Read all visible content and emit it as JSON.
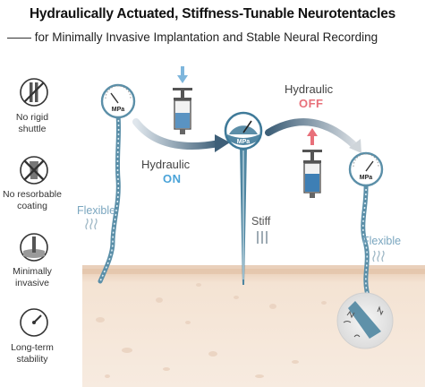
{
  "title": "Hydraulically Actuated, Stiffness-Tunable Neurotentacles",
  "subtitle": "—— for Minimally Invasive Implantation and Stable Neural Recording",
  "features": [
    {
      "label_line1": "No rigid",
      "label_line2": "shuttle",
      "icon": "no-shuttle-icon"
    },
    {
      "label_line1": "No resorbable",
      "label_line2": "coating",
      "icon": "no-coating-icon"
    },
    {
      "label_line1": "Minimally",
      "label_line2": "invasive",
      "icon": "minimally-invasive-icon"
    },
    {
      "label_line1": "Long-term",
      "label_line2": "stability",
      "icon": "gauge-icon"
    }
  ],
  "gauge_unit": "MPa",
  "stage_left": {
    "state": "Flexible"
  },
  "stage_middle": {
    "state": "Stiff"
  },
  "stage_right": {
    "state": "Flexible"
  },
  "transition_on": {
    "label": "Hydraulic",
    "status": "ON"
  },
  "transition_off": {
    "label": "Hydraulic",
    "status": "OFF"
  },
  "colors": {
    "on": "#4aa3d8",
    "off": "#e8707a",
    "probe": "#5b8fa8",
    "tissue": "#f3e0cf",
    "tissue_surface": "#e6c9b1",
    "gauge_fill": "#3f7a99"
  }
}
